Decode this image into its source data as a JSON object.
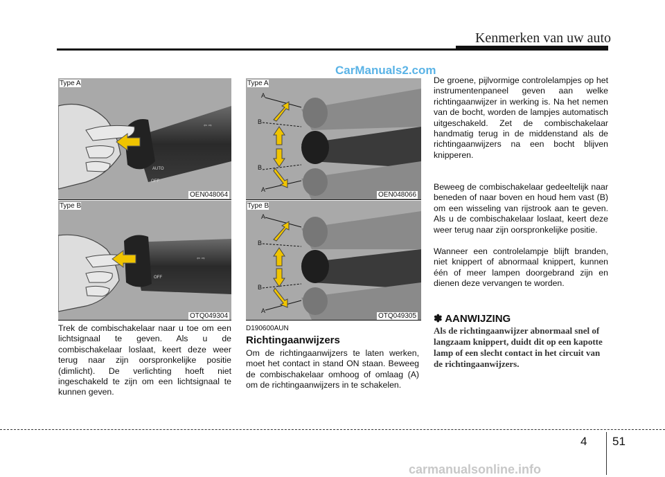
{
  "header": {
    "title": "Kenmerken van uw auto"
  },
  "watermarks": {
    "top": "CarManuals2.com",
    "bottom": "carmanualsonline.info"
  },
  "figures": {
    "fig1": {
      "type": "Type A",
      "code": "OEN048064"
    },
    "fig2": {
      "type": "Type B",
      "code": "OTQ049304"
    },
    "fig3": {
      "type": "Type A",
      "code": "OEN048066",
      "letters": [
        "A",
        "B",
        "B",
        "A"
      ]
    },
    "fig4": {
      "type": "Type B",
      "code": "OTQ049305",
      "letters": [
        "A",
        "B",
        "B",
        "A"
      ]
    }
  },
  "lever_labels": {
    "off": "OFF",
    "auto": "AUTO"
  },
  "col1": {
    "text": "Trek de combischakelaar naar u toe om een lichtsignaal te geven. Als u de combischakelaar loslaat, keert deze weer terug naar zijn oorspronkelijke positie (dimlicht). De verlichting hoeft niet ingeschakeld te zijn om een lichtsignaal te kunnen geven."
  },
  "col2": {
    "code": "D190600AUN",
    "heading": "Richtingaanwijzers",
    "text": "Om de richtingaanwijzers te laten werken, moet het contact in stand ON staan. Beweeg de combischakelaar omhoog of omlaag (A) om de richtingaanwijzers in te schakelen."
  },
  "col3": {
    "p1": "De groene, pijlvormige controlelampjes op het instrumentenpaneel geven aan welke richtingaanwijzer in werking is. Na het nemen van de bocht, worden de lampjes automatisch uitgeschakeld. Zet de combischakelaar handmatig terug in de middenstand als de richtingaanwijzers na een bocht blijven knipperen.",
    "p2": "Beweeg de combischakelaar gedeeltelijk naar beneden of naar boven en houd hem vast (B) om een wisseling van rijstrook aan te geven. Als u de combischakelaar loslaat, keert deze weer terug naar zijn oorspronkelijke positie.",
    "p3": "Wanneer een controlelampje blijft branden, niet knippert of abnormaal knippert, kunnen één of meer lampen doorgebrand zijn en dienen deze vervangen te worden.",
    "warn_symbol": "✽",
    "warn_heading": "AANWIJZING",
    "warn_text": "Als de richtingaanwijzer abnormaal snel of langzaam knippert, duidt dit op een kapotte lamp of een slecht contact in het circuit van de richtingaanwijzers."
  },
  "page": {
    "chapter": "4",
    "number": "51"
  }
}
